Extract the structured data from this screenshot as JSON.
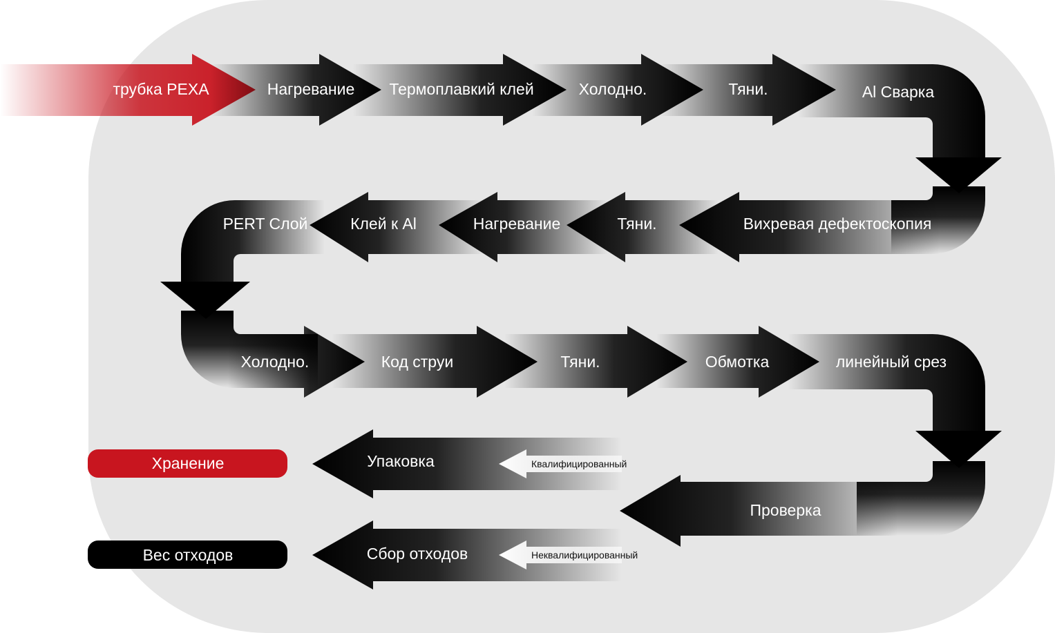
{
  "colors": {
    "background_panel": "#e6e6e6",
    "accent_red": "#c8151f",
    "arrow_dark": "#000000",
    "label_text": "#ffffff"
  },
  "row1": {
    "start": "трубка PEXA",
    "s1": "Нагревание",
    "s2": "Термоплавкий клей",
    "s3": "Холодно.",
    "s4": "Тяни.",
    "s5": "Al Сварка"
  },
  "row2": {
    "s1": "Вихревая дефектоскопия",
    "s2": "Тяни.",
    "s3": "Нагревание",
    "s4": "Клей к Al",
    "s5": "PERT Слой"
  },
  "row3": {
    "s1": "Холодно.",
    "s2": "Код струи",
    "s3": "Тяни.",
    "s4": "Обмотка",
    "s5": "линейный срез"
  },
  "row4": {
    "inspection": "Проверка"
  },
  "outputs": {
    "qualified": "Квалифицированный",
    "unqualified": "Неквалифицированный",
    "packing": "Упаковка",
    "waste_collect": "Сбор отходов",
    "storage": "Хранение",
    "waste_weight": "Вес отходов"
  }
}
